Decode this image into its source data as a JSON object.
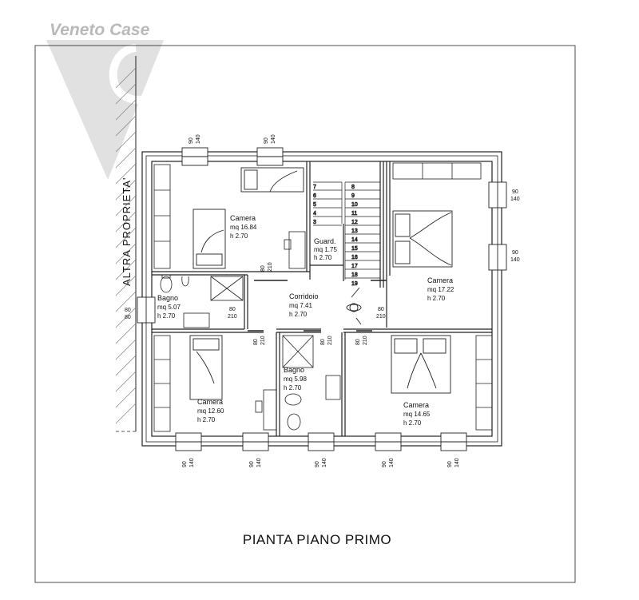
{
  "brand": {
    "name": "Veneto Case"
  },
  "drawing_title": "PIANTA PIANO PRIMO",
  "neighbor_label": "ALTRA PROPRIETA'",
  "rooms": {
    "camera_nw": {
      "name": "Camera",
      "area": "mq 16.84",
      "height": "h 2.70"
    },
    "guardaroba": {
      "name": "Guard.",
      "area": "mq 1.75",
      "height": "h 2.70"
    },
    "camera_ne": {
      "name": "Camera",
      "area": "mq 17.22",
      "height": "h 2.70"
    },
    "bagno_w": {
      "name": "Bagno",
      "area": "mq 5.07",
      "height": "h 2.70"
    },
    "corridoio": {
      "name": "Corridoio",
      "area": "mq 7.41",
      "height": "h 2.70"
    },
    "camera_sw": {
      "name": "Camera",
      "area": "mq 12.60",
      "height": "h 2.70"
    },
    "bagno_s": {
      "name": "Bagno",
      "area": "mq 5.98",
      "height": "h 2.70"
    },
    "camera_se": {
      "name": "Camera",
      "area": "mq 14.65",
      "height": "h 2.70"
    }
  },
  "dims": {
    "d90": "90",
    "d140": "140",
    "d80": "80",
    "d210": "210"
  },
  "stairs": {
    "left_steps": [
      "7",
      "6",
      "5",
      "4",
      "3"
    ],
    "right_steps": [
      "8",
      "9",
      "10",
      "11",
      "12",
      "13",
      "14",
      "15",
      "16",
      "17",
      "18",
      "19"
    ]
  }
}
